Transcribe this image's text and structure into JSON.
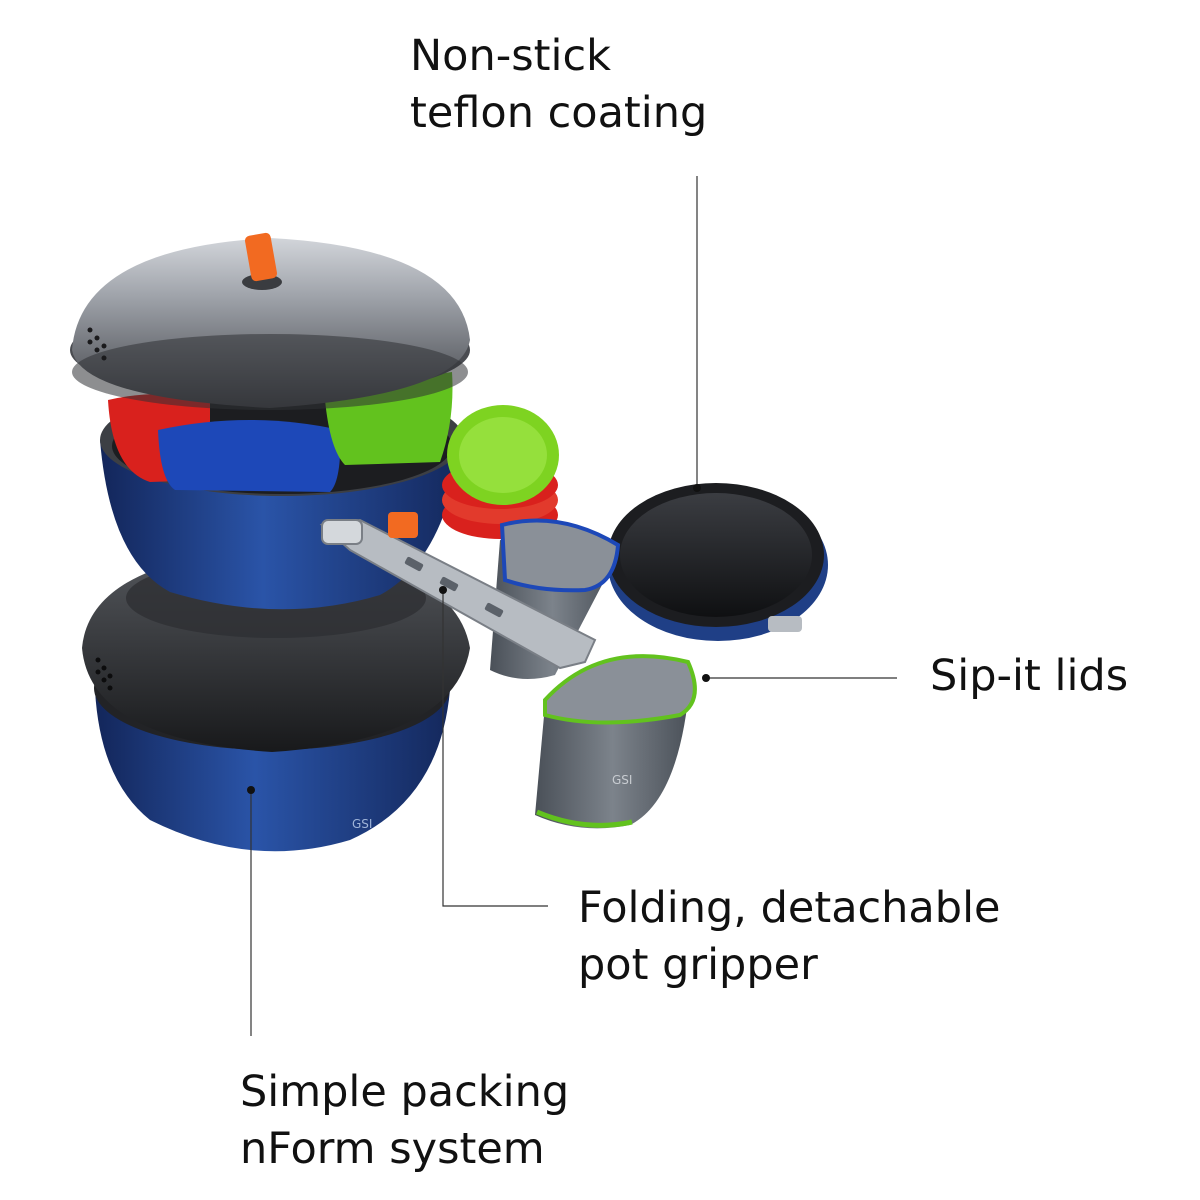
{
  "callouts": {
    "nonstick": {
      "line1": "Non-stick",
      "line2": "teflon coating"
    },
    "sipit": {
      "line1": "Sip-it lids"
    },
    "gripper": {
      "line1": "Folding, detachable",
      "line2": "pot gripper"
    },
    "packing": {
      "line1": "Simple packing",
      "line2": "nForm system"
    }
  },
  "colors": {
    "pot_blue": "#1f3f86",
    "lid_black": "#2a2b2e",
    "lid_rim": "#8d9096",
    "bowl_red": "#d9211d",
    "cup_blue": "#1d48b8",
    "cup_green": "#62c21e",
    "plate_green": "#7ed321",
    "mug_gray": "#5b6169",
    "knob_orange": "#f26a21",
    "handle_silver": "#b7bcc2",
    "leader_line": "#333333"
  },
  "icons": [
    "pot-lid-knob-icon",
    "handle-lock-icon"
  ]
}
